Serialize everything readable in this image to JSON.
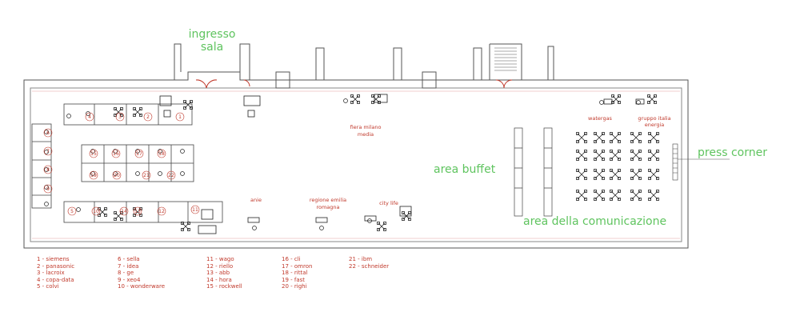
{
  "labels": {
    "ingresso": "ingresso",
    "sala": "sala",
    "area_buffet": "area buffet",
    "press_corner": "press corner",
    "area_comunicazione": "area della comunicazione"
  },
  "exhibitors": {
    "fiera_milano_1": "fiera milano",
    "fiera_milano_2": "media",
    "watergas": "watergas",
    "gruppo_italia_1": "gruppo italia",
    "gruppo_italia_2": "energia",
    "anie": "anie",
    "regione_1": "regione emilia",
    "regione_2": "romagna",
    "city_life": "city life"
  },
  "legend_columns": [
    [
      "1 - siemens",
      "2 - panasonic",
      "3 - lacroix",
      "4 - copa-data",
      "5 - colvi"
    ],
    [
      "6 - sella",
      "7 - idea",
      "8 - ge",
      "9 - xeo4",
      "10 - wonderware"
    ],
    [
      "11 - wago",
      "12 - riello",
      "13 - abb",
      "14 - hora",
      "15 - rockwell"
    ],
    [
      "16 - cli",
      "17 - omron",
      "18 - rittal",
      "19 - fast",
      "20 - righi"
    ],
    [
      "21 - ibm",
      "22 - schneider"
    ]
  ],
  "stand_numbers": [
    "1",
    "2",
    "3",
    "4",
    "5",
    "6",
    "7",
    "8",
    "9",
    "10",
    "11",
    "12",
    "13",
    "14",
    "15",
    "16",
    "17",
    "18",
    "19",
    "20",
    "21",
    "22"
  ],
  "colors": {
    "wall": "#444444",
    "accent_red": "#c0392b",
    "label_green": "#5fc45f"
  }
}
